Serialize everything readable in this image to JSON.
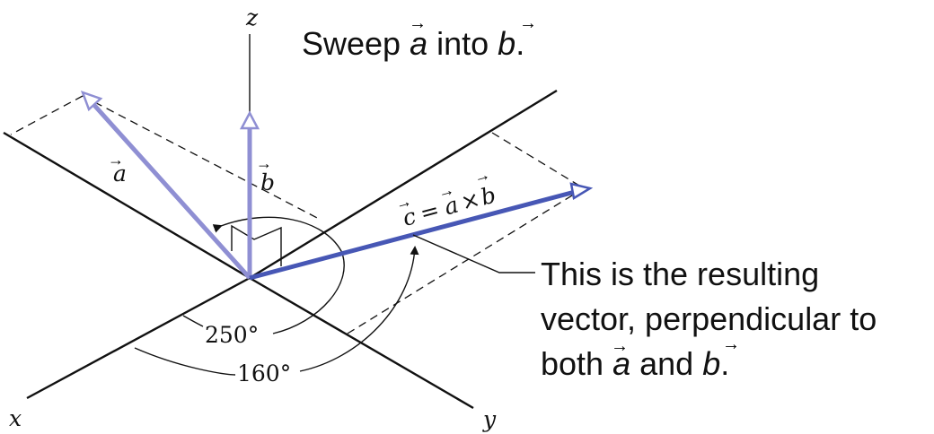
{
  "diagram": {
    "colors": {
      "vector_light": "#8f8fd3",
      "vector_dark": "#4757b5",
      "ink": "#111111"
    },
    "axes": {
      "x_label": "x",
      "y_label": "y",
      "z_label": "z"
    },
    "vectors": {
      "a_label": "a",
      "b_label": "b",
      "c_label_c": "c",
      "c_label_eq": "=",
      "c_label_a": "a",
      "c_label_times": "×",
      "c_label_b": "b"
    },
    "angles": {
      "angle_1": "250°",
      "angle_2": "160°"
    },
    "captions": {
      "sweep_prefix": "Sweep ",
      "sweep_a": "a",
      "sweep_mid": " into ",
      "sweep_b": "b",
      "sweep_end": ".",
      "result_line1": "This is the resulting",
      "result_line2": "vector, perpendicular to",
      "result_line3_prefix": "both ",
      "result_line3_a": "a",
      "result_line3_mid": " and ",
      "result_line3_b": "b",
      "result_line3_end": "."
    }
  }
}
